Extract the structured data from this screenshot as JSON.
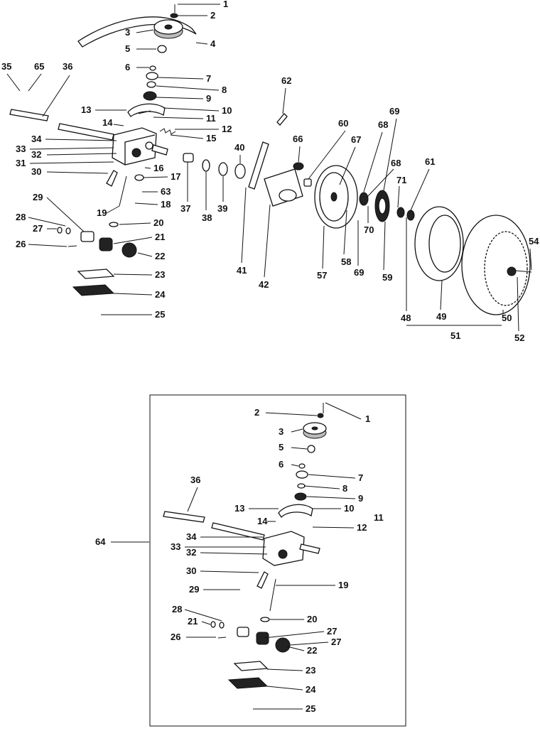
{
  "diagram": {
    "labels_top": [
      "1",
      "2",
      "3",
      "4",
      "5",
      "35",
      "65",
      "36",
      "6",
      "7",
      "8",
      "9",
      "10",
      "13",
      "11",
      "14",
      "12",
      "34",
      "15",
      "33",
      "32",
      "16",
      "31",
      "30",
      "17",
      "63",
      "29",
      "18",
      "19",
      "28",
      "20",
      "27",
      "21",
      "26",
      "22",
      "23",
      "24",
      "25",
      "37",
      "38",
      "39",
      "40",
      "41",
      "62",
      "42",
      "66",
      "60",
      "67",
      "68",
      "69",
      "68",
      "70",
      "71",
      "61",
      "57",
      "58",
      "69",
      "59",
      "49",
      "48",
      "50",
      "54",
      "51",
      "52"
    ],
    "labels_box": [
      "1",
      "2",
      "3",
      "5",
      "6",
      "7",
      "8",
      "9",
      "10",
      "13",
      "11",
      "14",
      "12",
      "36",
      "64",
      "34",
      "33",
      "32",
      "30",
      "19",
      "29",
      "20",
      "28",
      "27",
      "21",
      "26",
      "22",
      "27",
      "23",
      "24",
      "25"
    ]
  }
}
